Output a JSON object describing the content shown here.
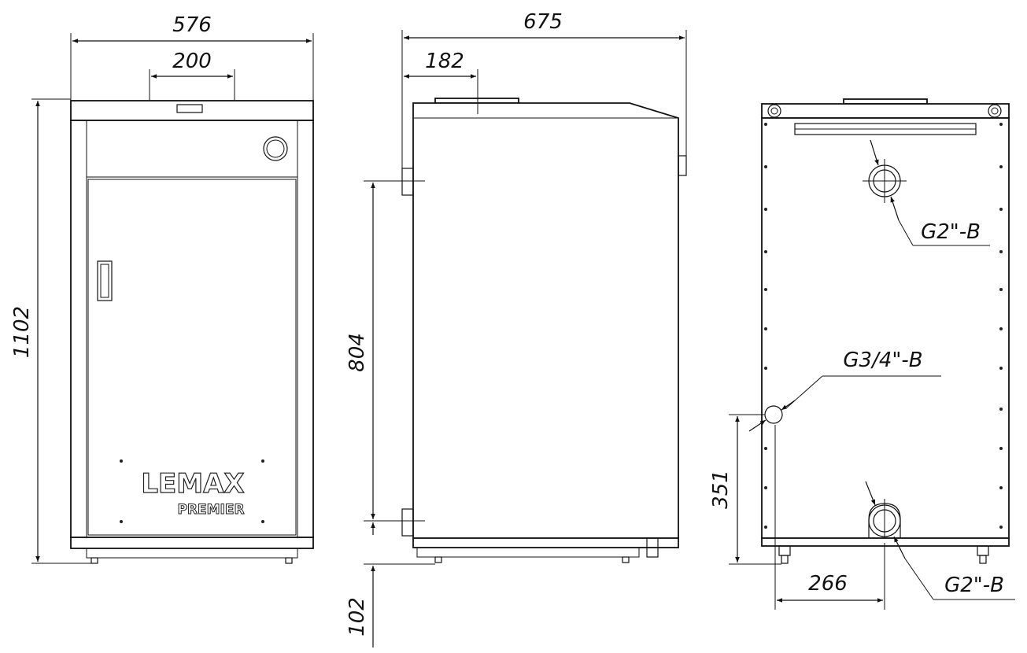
{
  "dimensions": {
    "front_width": "576",
    "front_flue": "200",
    "front_height": "1102",
    "side_depth": "675",
    "side_flue_offset": "182",
    "side_pipe_span": "804",
    "side_bottom": "102",
    "back_inlet_height": "351",
    "back_outlet_offset": "266"
  },
  "connections": {
    "top_pipe": "G2\"-B",
    "side_pipe": "G3/4\"-B",
    "bottom_pipe": "G2\"-B"
  },
  "branding": {
    "logo_main": "LEMAX",
    "logo_sub": "PREMIER"
  }
}
